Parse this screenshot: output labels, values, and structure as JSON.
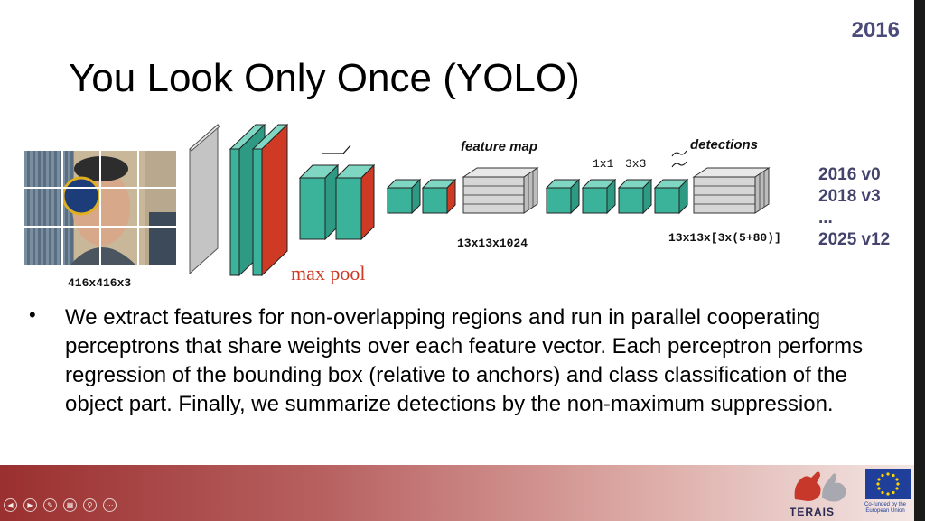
{
  "slide": {
    "year": "2016",
    "title": "You Look Only Once (YOLO)",
    "versions": [
      "2016 v0",
      "2018 v3",
      "...",
      "2025 v12"
    ],
    "bullet": "We extract features for non-overlapping regions and run in parallel cooperating perceptrons that share weights over each feature vector. Each perceptron performs regression of the bounding box (relative to anchors) and class classification of the object part. Finally, we summarize detections by the non-maximum suppression."
  },
  "diagram": {
    "input_label": "416x416x3",
    "maxpool_label": "max pool",
    "feature_map_label": "feature map",
    "feature_map_dims": "13x13x1024",
    "conv_labels": [
      "1x1",
      "3x3"
    ],
    "detections_label": "detections",
    "detections_dims": "13x13x[3x(5+80)]"
  },
  "footer": {
    "logo_text": "TERAIS",
    "eu_caption": "Co-funded by the European Union"
  },
  "colors": {
    "teal": "#3bb29a",
    "red": "#cf3a24",
    "version_text": "#43436c",
    "footer_left": "#9a302f"
  }
}
